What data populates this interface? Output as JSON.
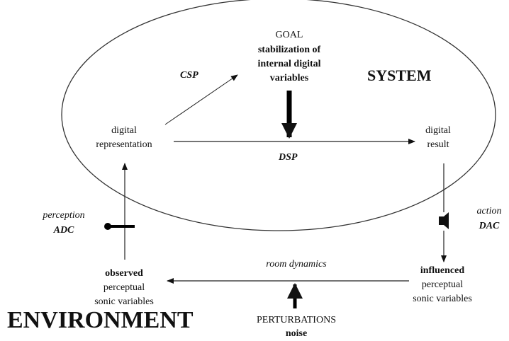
{
  "system": {
    "title": "SYSTEM",
    "goal": {
      "heading": "GOAL",
      "line1": "stabilization of",
      "line2": "internal digital",
      "line3": "variables"
    },
    "csp": "CSP",
    "dsp": "DSP",
    "representation": {
      "line1": "digital",
      "line2": "representation"
    },
    "result": {
      "line1": "digital",
      "line2": "result"
    }
  },
  "environment": {
    "title": "ENVIRONMENT",
    "perception": {
      "word": "perception",
      "code": "ADC"
    },
    "action": {
      "word": "action",
      "code": "DAC"
    },
    "observed": {
      "line1": "observed",
      "line2": "perceptual",
      "line3": "sonic variables"
    },
    "influenced": {
      "line1": "influenced",
      "line2": "perceptual",
      "line3": "sonic variables"
    },
    "room": "room dynamics",
    "perturbations": {
      "line1": "PERTURBATIONS",
      "line2": "noise"
    }
  }
}
